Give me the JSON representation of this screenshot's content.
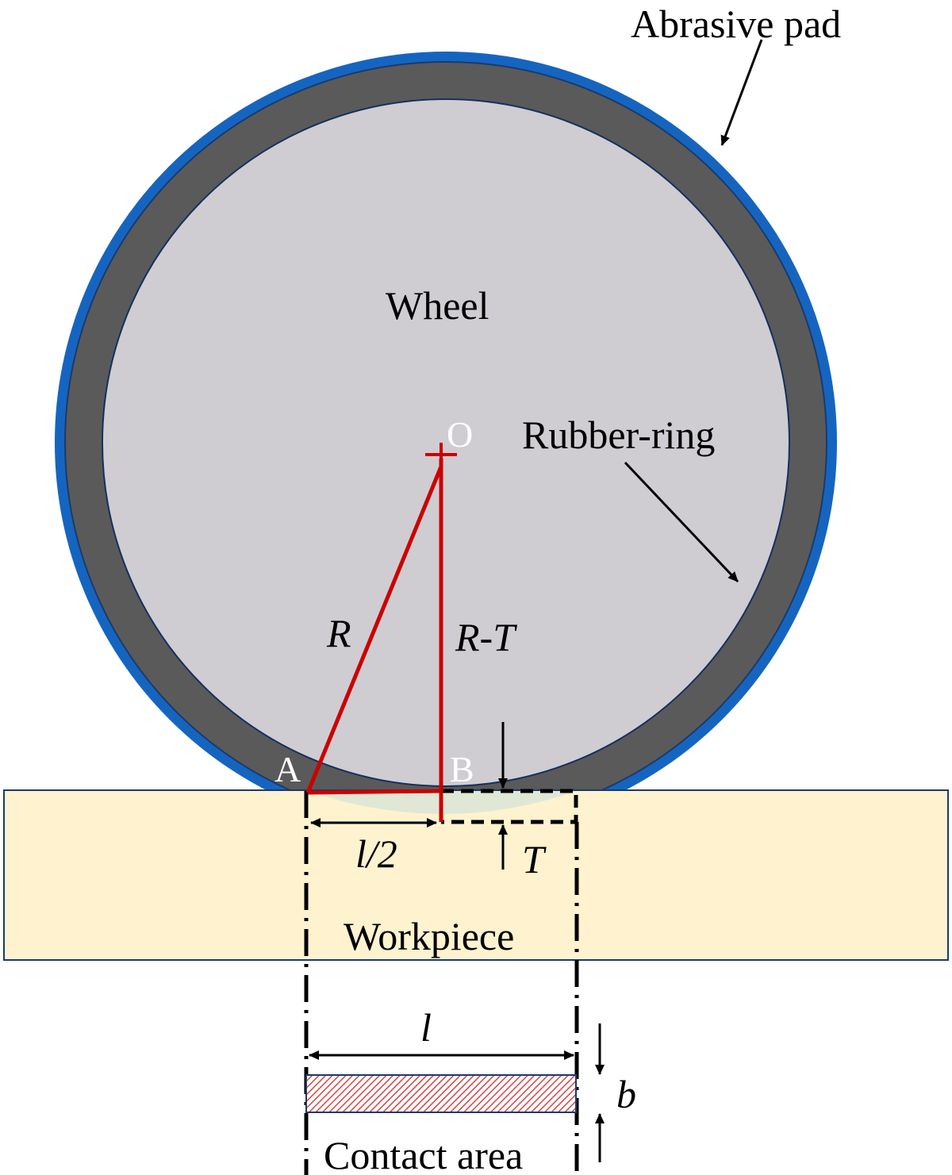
{
  "labels": {
    "abrasive_pad": "Abrasive pad",
    "wheel": "Wheel",
    "rubber_ring": "Rubber-ring",
    "center": "O",
    "radius": "R",
    "radius_minus_depth": "R-T",
    "point_a": "A",
    "point_b": "B",
    "half_length": "l/2",
    "depth": "T",
    "workpiece": "Workpiece",
    "contact_length": "l",
    "contact_width": "b",
    "contact_area": "Contact area"
  },
  "colors": {
    "abrasive_pad": "#1565C0",
    "rubber_ring": "#5a5a5a",
    "wheel": "#cfcdd2",
    "workpiece": "#fff2cf",
    "geometry_lines": "#cc0000",
    "contact_hatch": "#d64545"
  }
}
